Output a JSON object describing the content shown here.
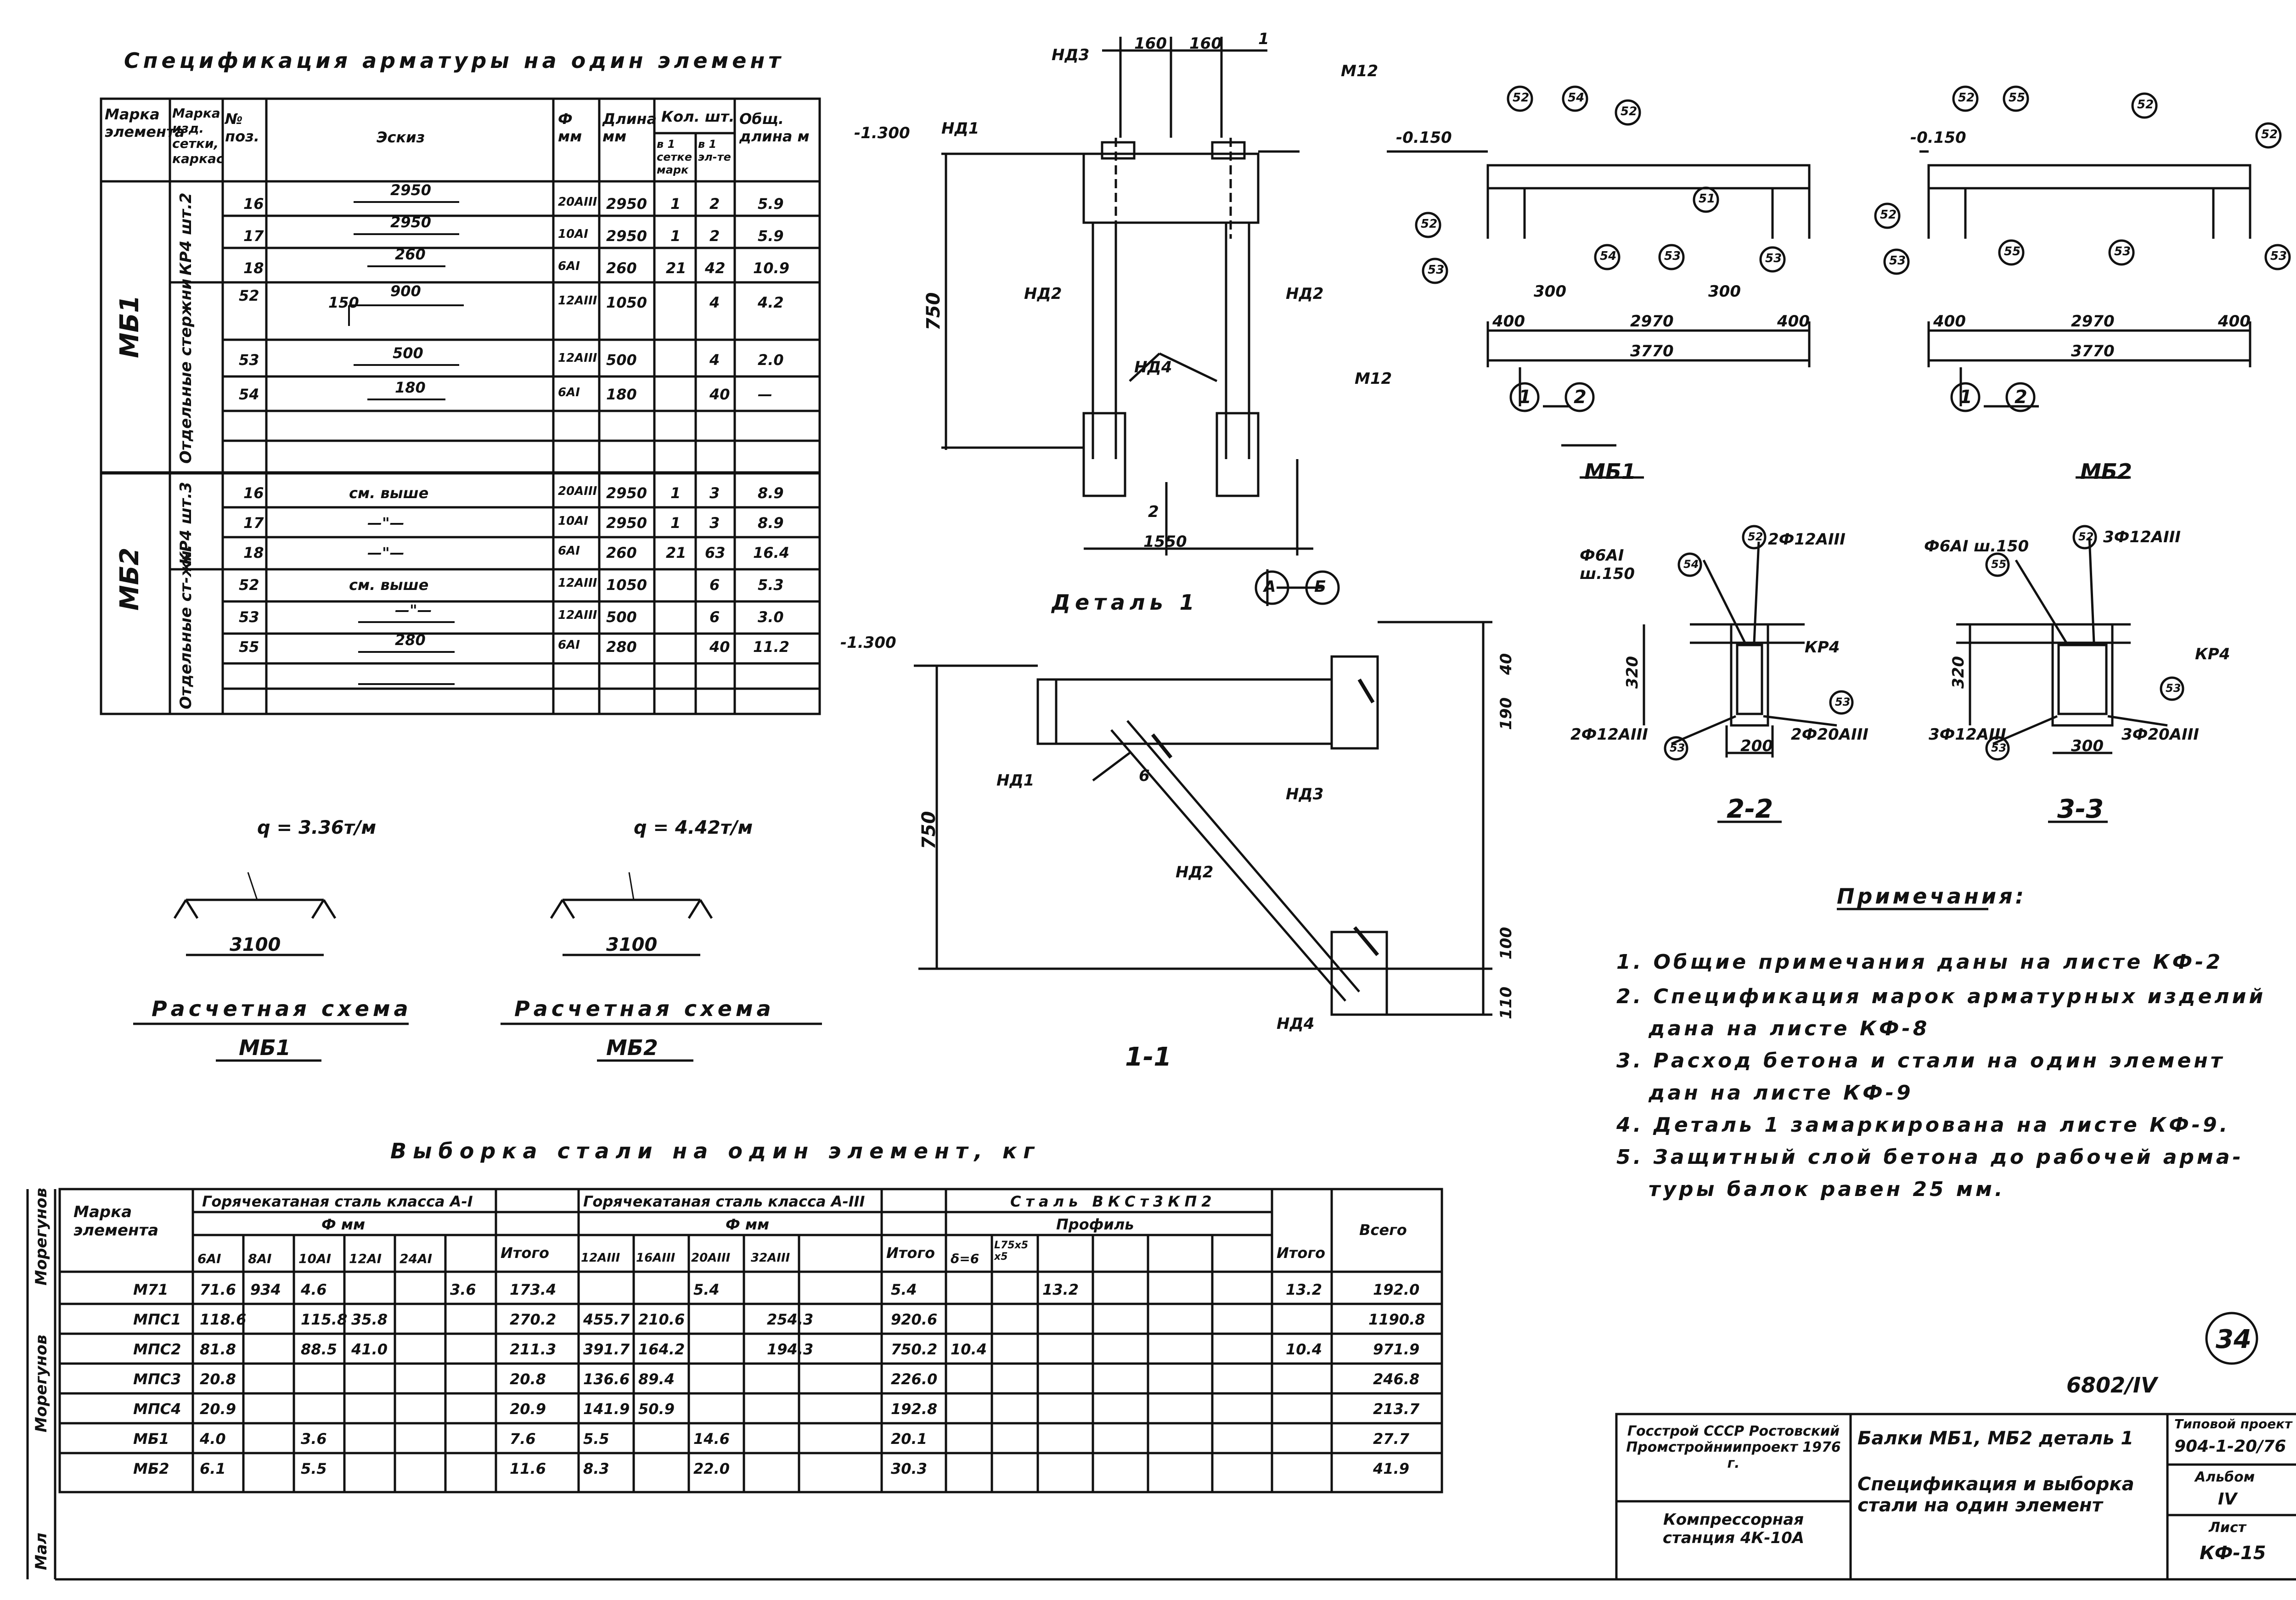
{
  "spec_title": "Спецификация арматуры на один элемент",
  "spec_headers": {
    "marka": "Марка элемента",
    "marka_izd": "Марка изд. сетки, каркас",
    "no": "№ поз.",
    "sketch": "Эскиз",
    "dia": "Ф мм",
    "length": "Длина мм",
    "count": "Кол. шт.",
    "count_setka": "в 1 сетке марк",
    "count_el": "в 1 эл-те",
    "total_len": "Общ. длина м"
  },
  "spec_groups": {
    "mb1": "МБ1",
    "mb2": "МБ2",
    "kr4_mb1": "КР4 шт.2",
    "kr4_mb2": "КР4 шт.3",
    "sep_mb1": "Отдельные стержни",
    "sep_mb2": "Отдельные ст-жн."
  },
  "spec_rows": [
    {
      "pos": "16",
      "sketch": "2950",
      "dia": "20AIII",
      "len": "2950",
      "a": "1",
      "b": "2",
      "tot": "5.9"
    },
    {
      "pos": "17",
      "sketch": "2950",
      "dia": "10AI",
      "len": "2950",
      "a": "1",
      "b": "2",
      "tot": "5.9"
    },
    {
      "pos": "18",
      "sketch": "260",
      "dia": "6AI",
      "len": "260",
      "a": "21",
      "b": "42",
      "tot": "10.9"
    },
    {
      "pos": "52",
      "sketch": "900",
      "dia": "12AIII",
      "len": "1050",
      "a": "",
      "b": "4",
      "tot": "4.2"
    },
    {
      "pos": "53",
      "sketch": "500",
      "dia": "12AIII",
      "len": "500",
      "a": "",
      "b": "4",
      "tot": "2.0"
    },
    {
      "pos": "54",
      "sketch": "180",
      "dia": "6AI",
      "len": "180",
      "a": "",
      "b": "40",
      "tot": "—"
    },
    {
      "pos": "16",
      "sketch": "см. выше",
      "dia": "20AIII",
      "len": "2950",
      "a": "1",
      "b": "3",
      "tot": "8.9"
    },
    {
      "pos": "17",
      "sketch": "—\"—",
      "dia": "10AI",
      "len": "2950",
      "a": "1",
      "b": "3",
      "tot": "8.9"
    },
    {
      "pos": "18",
      "sketch": "—\"—",
      "dia": "6AI",
      "len": "260",
      "a": "21",
      "b": "63",
      "tot": "16.4"
    },
    {
      "pos": "52",
      "sketch": "см. выше",
      "dia": "12AIII",
      "len": "1050",
      "a": "",
      "b": "6",
      "tot": "5.3"
    },
    {
      "pos": "53",
      "sketch": "—\"—",
      "dia": "12AIII",
      "len": "500",
      "a": "",
      "b": "6",
      "tot": "3.0"
    },
    {
      "pos": "55",
      "sketch": "280",
      "dia": "6AI",
      "len": "280",
      "a": "",
      "b": "40",
      "tot": "11.2"
    }
  ],
  "spec_sketch_note": "150",
  "schemes": [
    {
      "load": "q = 3.36т/м",
      "span": "3100",
      "title": "Расчетная схема",
      "mark": "МБ1"
    },
    {
      "load": "q = 4.42т/м",
      "span": "3100",
      "title": "Расчетная схема",
      "mark": "МБ2"
    }
  ],
  "steel": {
    "title": "Выборка стали на один элемент, кг",
    "h_marka": "Марка элемента",
    "h_class1": "Горячекатаная сталь класса А-I",
    "h_class2": "Горячекатаная сталь класса А-III",
    "h_vst": "Сталь ВКСт3КП2",
    "h_fmm": "Ф мм",
    "h_profile": "Профиль",
    "h_total": "Итого",
    "h_all": "Всего",
    "cols1": [
      "6AI",
      "8AI",
      "10AI",
      "12AI",
      "24AI"
    ],
    "cols2": [
      "12AIII",
      "16AIII",
      "20AIII",
      "32AIII"
    ],
    "cols3": [
      "δ=6",
      "L75x5 x5"
    ],
    "rows": [
      {
        "m": "М71",
        "c1": [
          "71.6",
          "934",
          "4.6",
          "",
          "3.6"
        ],
        "t1": "173.4",
        "c2": [
          "",
          "5.4",
          "",
          ""
        ],
        "t2": "5.4",
        "c3": [
          "",
          "13.2"
        ],
        "t3": "13.2",
        "all": "192.0"
      },
      {
        "m": "МПС1",
        "c1": [
          "118.6",
          "",
          "115.8",
          "35.8",
          ""
        ],
        "t1": "270.2",
        "c2": [
          "455.7",
          "210.6",
          "",
          "254.3"
        ],
        "t2": "920.6",
        "c3": [
          "",
          ""
        ],
        "t3": "",
        "all": "1190.8"
      },
      {
        "m": "МПС2",
        "c1": [
          "81.8",
          "",
          "88.5",
          "41.0",
          ""
        ],
        "t1": "211.3",
        "c2": [
          "391.7",
          "164.2",
          "",
          "194.3"
        ],
        "t2": "750.2",
        "c3": [
          "10.4",
          ""
        ],
        "t3": "10.4",
        "all": "971.9"
      },
      {
        "m": "МПС3",
        "c1": [
          "20.8",
          "",
          "",
          "",
          ""
        ],
        "t1": "20.8",
        "c2": [
          "136.6",
          "89.4",
          "",
          ""
        ],
        "t2": "226.0",
        "c3": [
          "",
          ""
        ],
        "t3": "",
        "all": "246.8"
      },
      {
        "m": "МПС4",
        "c1": [
          "20.9",
          "",
          "",
          "",
          ""
        ],
        "t1": "20.9",
        "c2": [
          "141.9",
          "50.9",
          "",
          ""
        ],
        "t2": "192.8",
        "c3": [
          "",
          ""
        ],
        "t3": "",
        "all": "213.7"
      },
      {
        "m": "МБ1",
        "c1": [
          "4.0",
          "",
          "3.6",
          "",
          ""
        ],
        "t1": "7.6",
        "c2": [
          "5.5",
          "",
          "14.6",
          ""
        ],
        "t2": "20.1",
        "c3": [
          "",
          ""
        ],
        "t3": "",
        "all": "27.7"
      },
      {
        "m": "МБ2",
        "c1": [
          "6.1",
          "",
          "5.5",
          "",
          ""
        ],
        "t1": "11.6",
        "c2": [
          "8.3",
          "",
          "22.0",
          ""
        ],
        "t2": "30.3",
        "c3": [
          "",
          ""
        ],
        "t3": "",
        "all": "41.9"
      }
    ]
  },
  "left_margin": {
    "a": "Морегунов",
    "b": "Морегунов",
    "c": "Мал"
  },
  "notes_title": "Примечания:",
  "notes": [
    "1. Общие примечания даны на листе КФ-2",
    "2. Спецификация марок арматурных изделий",
    "дана на листе КФ-8",
    "3. Расход бетона и стали на один элемент",
    "дан на листе КФ-9",
    "4. Деталь 1 замаркирована на листе КФ-9.",
    "5. Защитный слой бетона до рабочей арма-",
    "туры балок равен 25 мм."
  ],
  "drawing": {
    "elev_dims": {
      "a": "160",
      "b": "160",
      "h": "750",
      "w": "1550",
      "lvl": "-1.300"
    },
    "elev_labels": {
      "nd1": "НД1",
      "nd2a": "НД2",
      "nd2b": "НД2",
      "nd3": "НД3",
      "nd4": "НД4",
      "m12a": "М12",
      "m12b": "М12"
    },
    "sec_marks": {
      "s1": "1",
      "s2": "2",
      "a": "А",
      "b": "Б"
    },
    "detail_title": "Деталь 1",
    "detail_lvl": "-1.300",
    "detail_dims": {
      "h": "750",
      "t1": "40",
      "t2": "190",
      "b1": "100",
      "b2": "110"
    },
    "detail_labels": {
      "nd1": "НД1",
      "nd2": "НД2",
      "nd3": "НД3",
      "nd4": "НД4",
      "six": "6"
    },
    "section_11": "1-1",
    "mb1_title": "МБ1",
    "mb2_title": "МБ2",
    "plan_dims": {
      "a": "400",
      "b": "2970",
      "c": "400",
      "d": "3770",
      "e": "300",
      "f": "300",
      "lvl": "-0.150",
      "ax1": "1",
      "ax2": "2"
    },
    "callouts_mb1": [
      "52",
      "54",
      "52",
      "51",
      "52",
      "53",
      "54",
      "53",
      "53"
    ],
    "callouts_mb2": [
      "52",
      "55",
      "52",
      "52",
      "52",
      "53",
      "55",
      "53",
      "53"
    ],
    "s22": {
      "title": "2-2",
      "h": "320",
      "w": "200",
      "t1": "Ф6АI ш.150",
      "t2": "2Ф12АIII",
      "t3": "2Ф12АIII",
      "t4": "2Ф20АIII",
      "kr": "КР4",
      "c1": "52",
      "c2": "54",
      "c3": "53",
      "c4": "53"
    },
    "s33": {
      "title": "3-3",
      "h": "320",
      "w": "300",
      "t1": "Ф6АI ш.150",
      "t2": "3Ф12АIII",
      "t3": "3Ф12АIII",
      "t4": "3Ф20АIII",
      "kr": "КР4",
      "c1": "52",
      "c2": "55",
      "c3": "53",
      "c4": "53"
    }
  },
  "code_ref": "6802/IV",
  "page_num": "34",
  "stamp": {
    "org": "Госстрой СССР Ростовский Промстройниипроект 1976 г.",
    "object": "Компрессорная станция 4К-10А",
    "title": "Балки МБ1, МБ2 деталь 1",
    "desc": "Спецификация и выборка стали на один элемент",
    "proj_label": "Типовой проект",
    "proj_no": "904-1-20/76",
    "album_label": "Альбом",
    "album": "IV",
    "sheet_label": "Лист",
    "sheet": "КФ-15"
  }
}
